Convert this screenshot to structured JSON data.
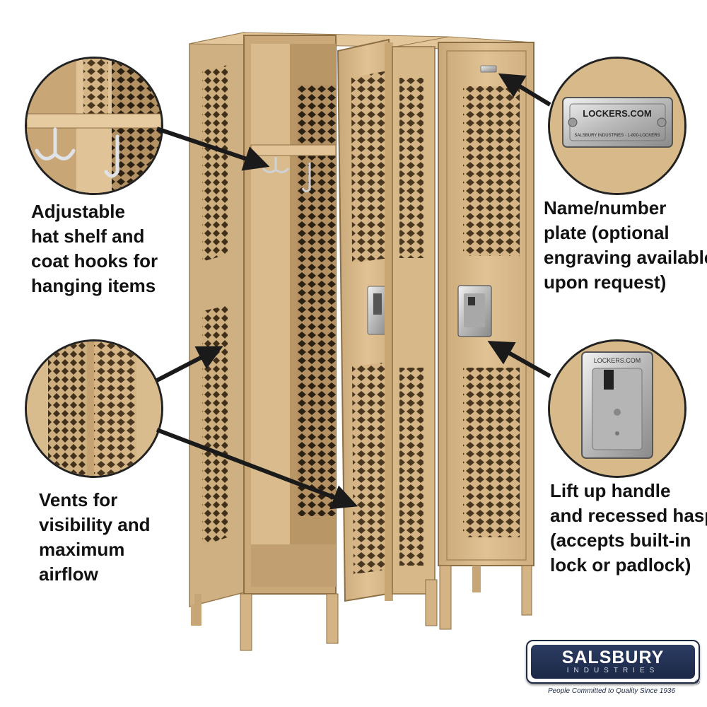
{
  "callouts": {
    "hat_shelf": "Adjustable\nhat shelf and\ncoat hooks for\nhanging items",
    "vents": "Vents for\nvisibility and\nmaximum\nairflow",
    "name_plate": "Name/number\nplate (optional\nengraving available\nupon request)",
    "handle": "Lift up handle\nand recessed hasp\n(accepts built-in\nlock or padlock)"
  },
  "plate": {
    "brand": "LOCKERS.COM",
    "small_text": "SALSBURY INDUSTRIES · 1-800-LOCKERS"
  },
  "handle_plate": {
    "brand": "LOCKERS.COM"
  },
  "logo": {
    "name": "SALSBURY",
    "sub": "INDUSTRIES",
    "tagline": "People Committed to Quality Since 1936",
    "trademark": "®"
  },
  "colors": {
    "locker_tan": "#d8b98c",
    "locker_shadow": "#a98a5c",
    "logo_navy": "#1d2a44",
    "text": "#111111"
  },
  "icons": [
    "coat-hook-icon",
    "name-plate-icon",
    "recessed-handle-icon",
    "arrow-icon"
  ]
}
